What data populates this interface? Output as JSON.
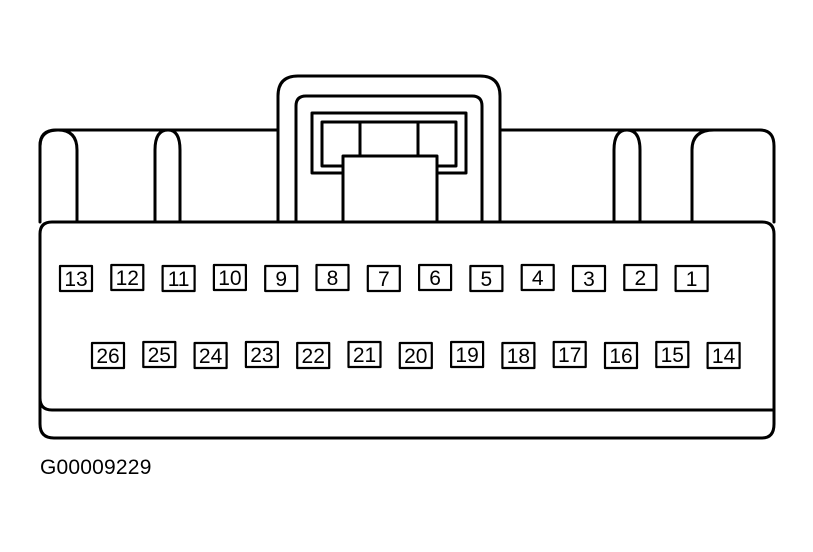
{
  "connector": {
    "top_row": [
      "13",
      "12",
      "11",
      "10",
      "9",
      "8",
      "7",
      "6",
      "5",
      "4",
      "3",
      "2",
      "1"
    ],
    "bottom_row": [
      "26",
      "25",
      "24",
      "23",
      "22",
      "21",
      "20",
      "19",
      "18",
      "17",
      "16",
      "15",
      "14"
    ]
  },
  "figure_id": "G00009229",
  "colors": {
    "line": "#000000",
    "background": "#ffffff"
  }
}
